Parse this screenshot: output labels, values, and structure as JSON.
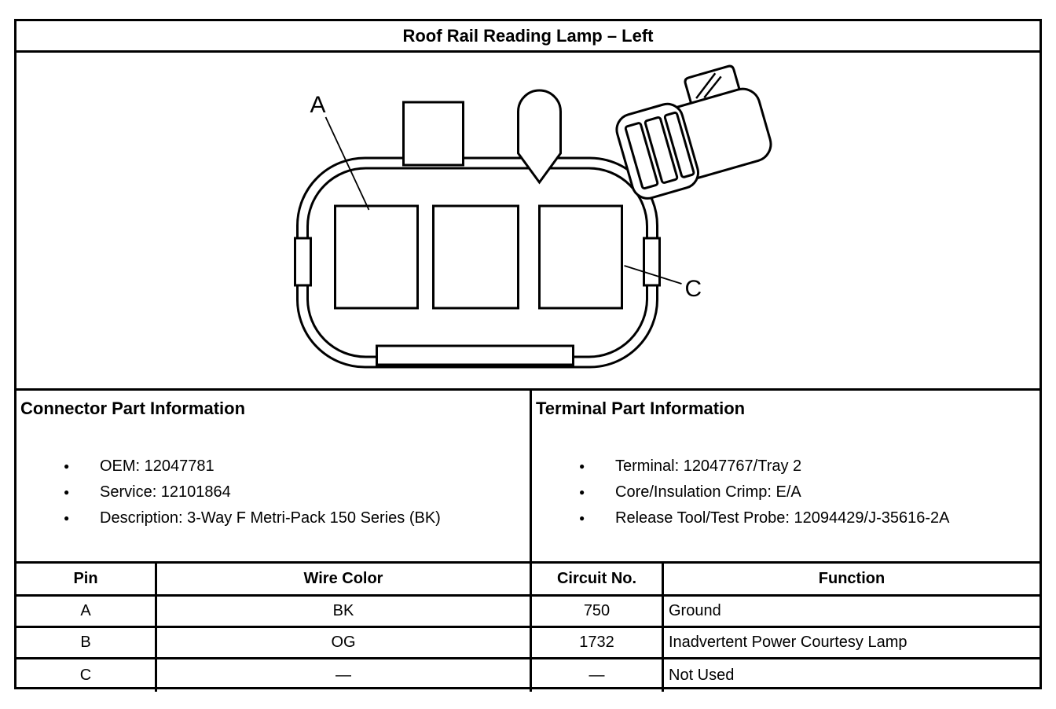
{
  "title": "Roof Rail Reading Lamp – Left",
  "diagram": {
    "label_a": "A",
    "label_c": "C"
  },
  "connector_info": {
    "heading": "Connector Part Information",
    "items": [
      "OEM: 12047781",
      "Service: 12101864",
      "Description: 3-Way F Metri-Pack 150 Series (BK)"
    ]
  },
  "terminal_info": {
    "heading": "Terminal Part Information",
    "items": [
      "Terminal: 12047767/Tray 2",
      "Core/Insulation Crimp: E/A",
      "Release Tool/Test Probe: 12094429/J-35616-2A"
    ]
  },
  "table": {
    "headers": [
      "Pin",
      "Wire Color",
      "Circuit No.",
      "Function"
    ],
    "rows": [
      [
        "A",
        "BK",
        "750",
        "Ground"
      ],
      [
        "B",
        "OG",
        "1732",
        "Inadvertent Power Courtesy Lamp"
      ],
      [
        "C",
        "—",
        "—",
        "Not Used"
      ]
    ]
  }
}
